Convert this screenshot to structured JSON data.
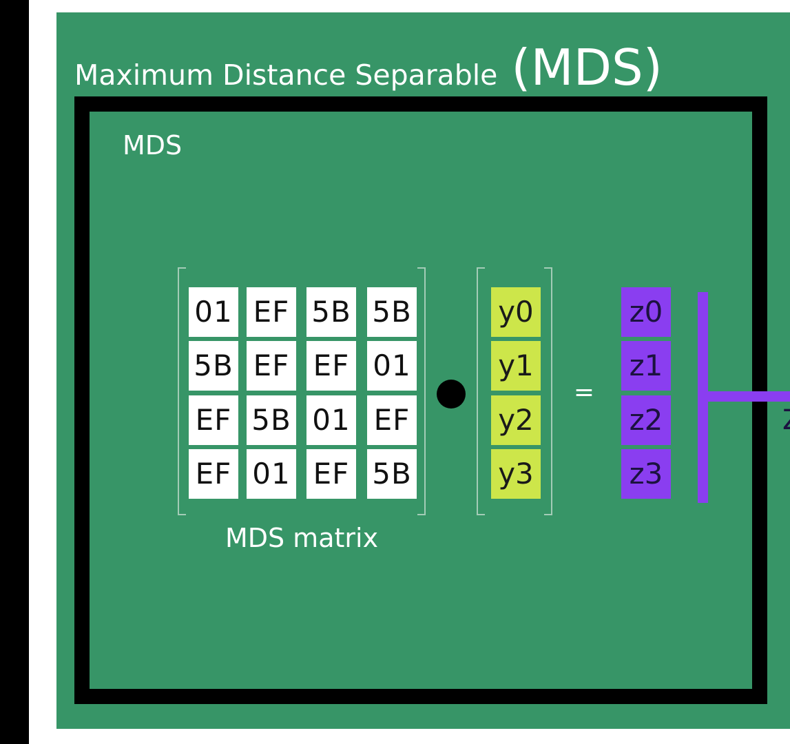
{
  "slide": {
    "title_main": "Maximum Distance Separable",
    "title_abbr": "(MDS)"
  },
  "box": {
    "label": "MDS"
  },
  "matrix": {
    "rows": [
      [
        "01",
        "EF",
        "5B",
        "5B"
      ],
      [
        "5B",
        "EF",
        "EF",
        "01"
      ],
      [
        "EF",
        "5B",
        "01",
        "EF"
      ],
      [
        "EF",
        "01",
        "EF",
        "5B"
      ]
    ],
    "caption": "MDS matrix"
  },
  "operator": {
    "product": "dot",
    "equals": "="
  },
  "input_vector": [
    "y0",
    "y1",
    "y2",
    "y3"
  ],
  "output_vector": [
    "z0",
    "z1",
    "z2",
    "z3"
  ],
  "clipped_text": "Z",
  "colors": {
    "slide_green": "#379567",
    "frame_black": "#000000",
    "matrix_cell": "#ffffff",
    "y_cell": "#cde64a",
    "z_cell": "#8a3ef0"
  }
}
